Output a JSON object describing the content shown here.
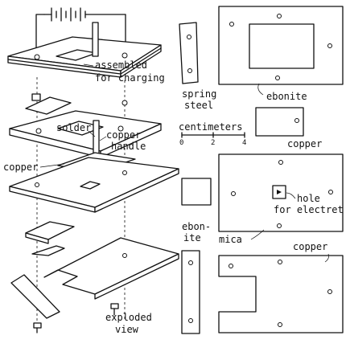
{
  "labels": {
    "assembled": "assembled",
    "for_charging": "for charging",
    "solder": "solder",
    "copper_handle_1": "copper",
    "copper_handle_2": "handle",
    "copper_left": "copper",
    "exploded_1": "exploded",
    "exploded_2": "view",
    "spring_1": "spring",
    "spring_2": "steel",
    "ebonite_top": "ebonite",
    "centimeters": "centimeters",
    "copper_small": "copper",
    "hole_1": "hole",
    "hole_2": "for electret",
    "ebonite_side_1": "ebon-",
    "ebonite_side_2": "ite",
    "mica": "mica",
    "copper_bottom": "copper"
  },
  "scale": {
    "ticks": [
      "0",
      "2",
      "4"
    ]
  },
  "colors": {
    "ink": "#111111",
    "paper": "#ffffff"
  }
}
